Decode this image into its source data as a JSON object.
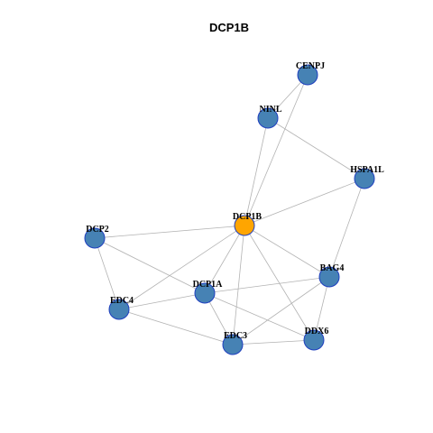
{
  "title": "DCP1B",
  "colors": {
    "node_default": "#4682b4",
    "node_focus": "#ffa500",
    "node_border": "#1f3fbf",
    "edge": "#b3b3b3"
  },
  "nodes": [
    {
      "id": "CENPJ",
      "label": "CENPJ",
      "focus": false
    },
    {
      "id": "NINL",
      "label": "NINL",
      "focus": false
    },
    {
      "id": "HSPA1L",
      "label": "HSPA1L",
      "focus": false
    },
    {
      "id": "DCP1B",
      "label": "DCP1B",
      "focus": true
    },
    {
      "id": "DCP2",
      "label": "DCP2",
      "focus": false
    },
    {
      "id": "BAG4",
      "label": "BAG4",
      "focus": false
    },
    {
      "id": "DCP1A",
      "label": "DCP1A",
      "focus": false
    },
    {
      "id": "EDC4",
      "label": "EDC4",
      "focus": false
    },
    {
      "id": "DDX6",
      "label": "DDX6",
      "focus": false
    },
    {
      "id": "EDC3",
      "label": "EDC3",
      "focus": false
    }
  ],
  "edges": [
    [
      "CENPJ",
      "NINL"
    ],
    [
      "CENPJ",
      "DCP1B"
    ],
    [
      "NINL",
      "DCP1B"
    ],
    [
      "NINL",
      "HSPA1L"
    ],
    [
      "HSPA1L",
      "DCP1B"
    ],
    [
      "HSPA1L",
      "BAG4"
    ],
    [
      "DCP1B",
      "DCP2"
    ],
    [
      "DCP1B",
      "BAG4"
    ],
    [
      "DCP1B",
      "DCP1A"
    ],
    [
      "DCP1B",
      "EDC4"
    ],
    [
      "DCP1B",
      "DDX6"
    ],
    [
      "DCP1B",
      "EDC3"
    ],
    [
      "DCP2",
      "EDC4"
    ],
    [
      "DCP2",
      "DCP1A"
    ],
    [
      "DCP1A",
      "BAG4"
    ],
    [
      "DCP1A",
      "EDC4"
    ],
    [
      "DCP1A",
      "EDC3"
    ],
    [
      "DCP1A",
      "DDX6"
    ],
    [
      "BAG4",
      "EDC3"
    ],
    [
      "BAG4",
      "DDX6"
    ],
    [
      "EDC4",
      "EDC3"
    ],
    [
      "EDC3",
      "DDX6"
    ]
  ]
}
